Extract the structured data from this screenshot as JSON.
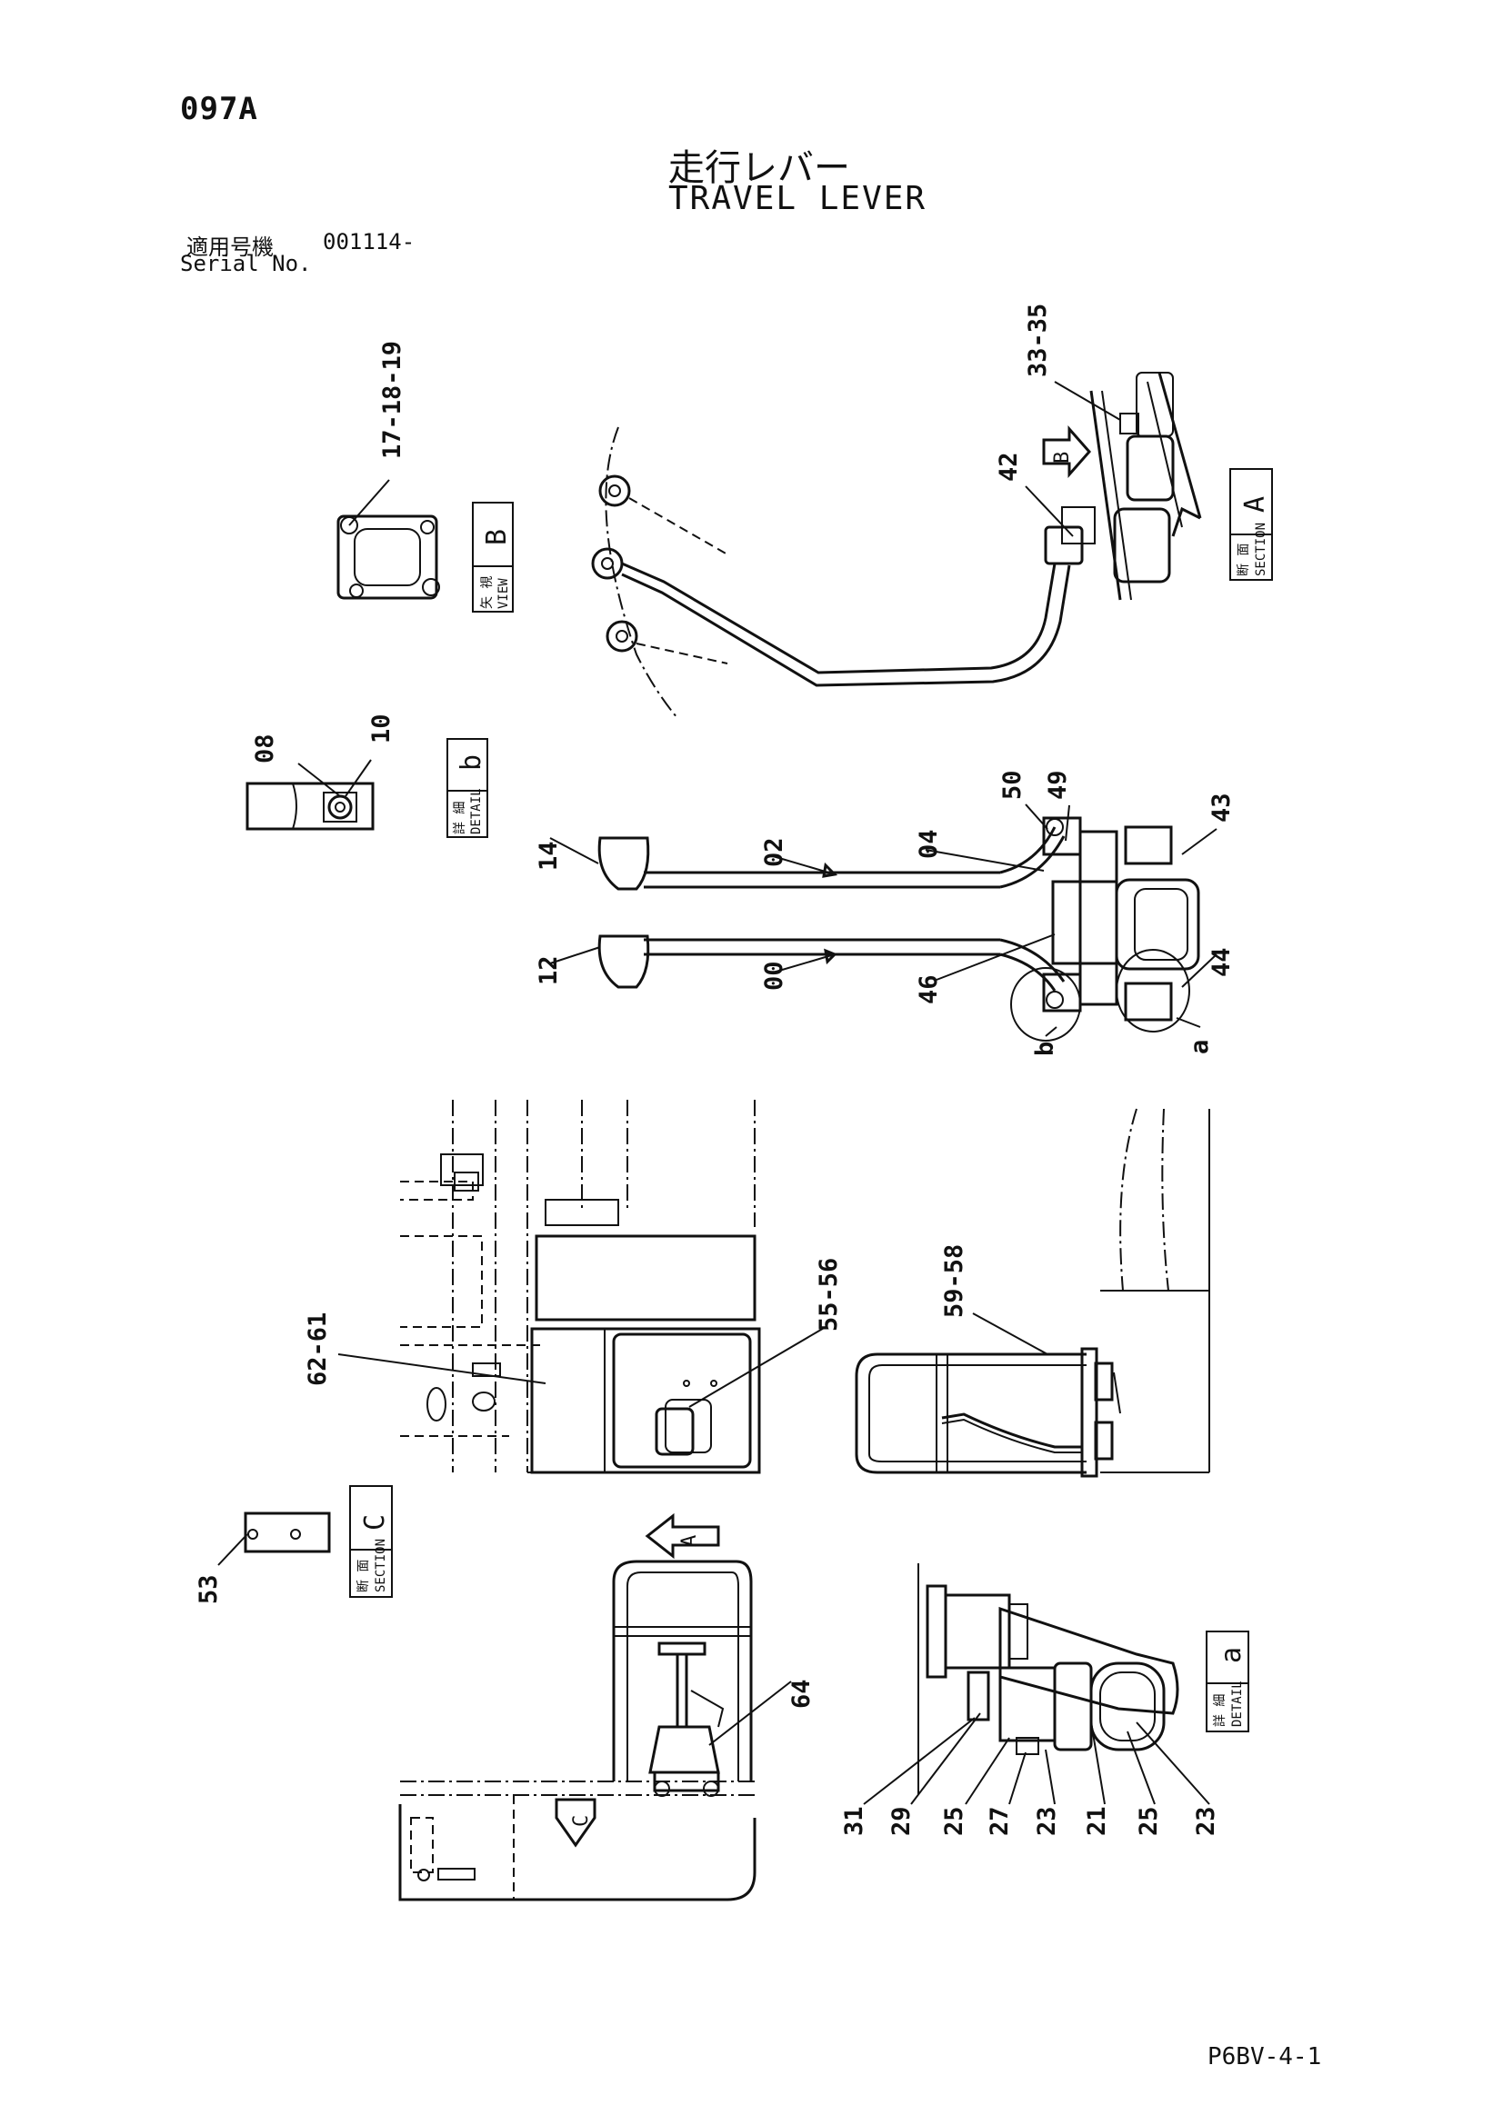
{
  "header": {
    "page_code": "097A",
    "title_jp": "走行レバー",
    "title_en": "TRAVEL LEVER",
    "serial_label_jp": "適用号機",
    "serial_value": "001114-",
    "serial_label_en": "Serial No."
  },
  "footer": {
    "code": "P6BV-4-1"
  },
  "view_boxes": {
    "section_a": {
      "jp": "断 面",
      "en": "SECTION",
      "letter": "A"
    },
    "view_b": {
      "jp": "矢 視",
      "en": "VIEW",
      "letter": "B"
    },
    "detail_b": {
      "jp": "詳 細",
      "en": "DETAIL",
      "letter": "b"
    },
    "section_c": {
      "jp": "断 面",
      "en": "SECTION",
      "letter": "C"
    },
    "detail_a": {
      "jp": "詳 細",
      "en": "DETAIL",
      "letter": "a"
    }
  },
  "arrows": {
    "b": "B",
    "a": "A",
    "c": "C"
  },
  "callouts": {
    "c33_35": "33-35",
    "c42": "42",
    "c17_19": "17-18-19",
    "c08": "08",
    "c10": "10",
    "c14": "14",
    "c02": "02",
    "c04": "04",
    "c50": "50",
    "c49": "49",
    "c43": "43",
    "c12": "12",
    "c00": "00",
    "c46": "46",
    "c44": "44",
    "c_b": "b",
    "c_a": "a",
    "c62_61": "62-61",
    "c55_56": "55-56",
    "c59_58": "59-58",
    "c53": "53",
    "c64": "64",
    "c31": "31",
    "c29": "29",
    "c25a": "25",
    "c27": "27",
    "c23a": "23",
    "c21": "21",
    "c25b": "25",
    "c23b": "23"
  }
}
